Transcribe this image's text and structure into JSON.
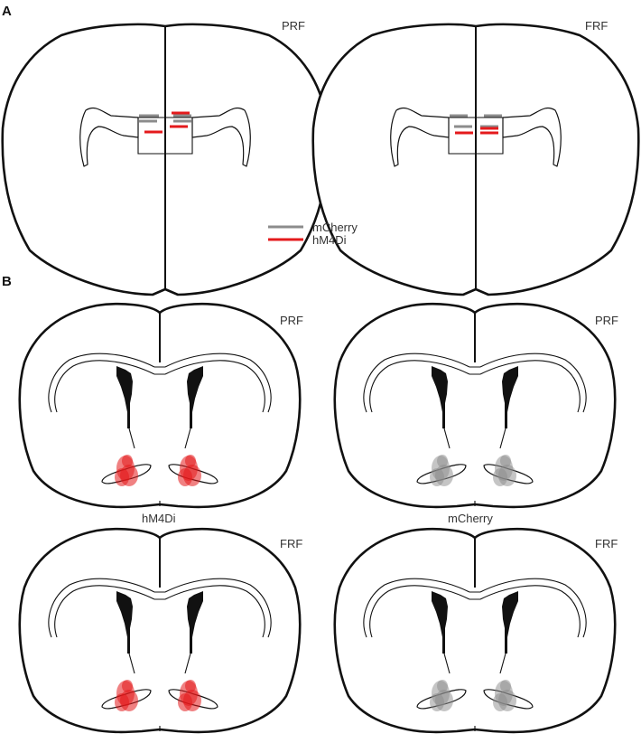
{
  "panel_a": {
    "label": "A",
    "left_section": {
      "condition": "PRF"
    },
    "right_section": {
      "condition": "FRF"
    },
    "legend": [
      {
        "name": "mCherry",
        "color": "#8c8c8c"
      },
      {
        "name": "hM4Di",
        "color": "#e41a1c"
      }
    ]
  },
  "panel_b": {
    "label": "B",
    "top_left": {
      "condition": "PRF"
    },
    "top_right": {
      "condition": "PRF"
    },
    "bottom_left": {
      "condition": "FRF"
    },
    "bottom_right": {
      "condition": "FRF"
    },
    "left_column_group": "hM4Di",
    "right_column_group": "mCherry"
  },
  "colors": {
    "hM4Di": "#e41a1c",
    "mCherry": "#8c8c8c",
    "outline": "#111111"
  }
}
